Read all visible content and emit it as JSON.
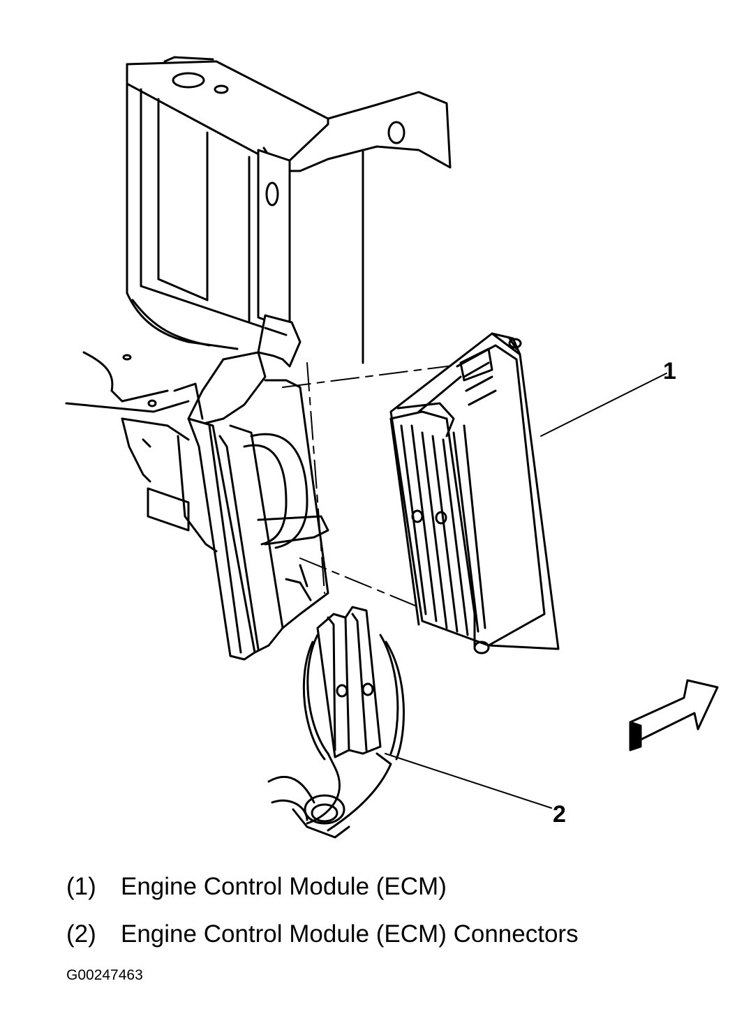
{
  "callouts": {
    "ecm": "1",
    "connectors": "2"
  },
  "legend": [
    {
      "num": "(1)",
      "text": "Engine Control Module (ECM)"
    },
    {
      "num": "(2)",
      "text": "Engine Control Module (ECM) Connectors"
    }
  ],
  "figure_id": "G00247463",
  "icons": {
    "direction": "front-arrow-icon"
  },
  "colors": {
    "ink": "#000000",
    "background": "#ffffff"
  }
}
